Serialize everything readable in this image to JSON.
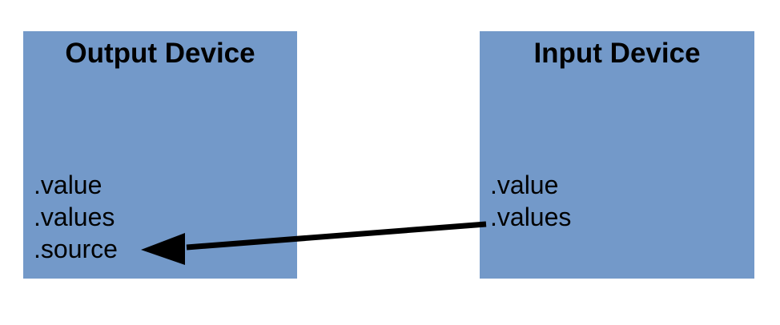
{
  "diagram": {
    "boxes": [
      {
        "id": "output-device",
        "title": "Output Device",
        "properties": [
          ".value",
          ".values",
          ".source"
        ]
      },
      {
        "id": "input-device",
        "title": "Input Device",
        "properties": [
          ".value",
          ".values"
        ]
      }
    ],
    "arrow": {
      "from_box": "input-device",
      "from_property": ".values",
      "to_box": "output-device",
      "to_property": ".source",
      "direction": "right-to-left"
    },
    "colors": {
      "box_fill": "#7399C9",
      "arrow": "#000000",
      "text": "#000000",
      "background": "#FFFFFF"
    }
  }
}
